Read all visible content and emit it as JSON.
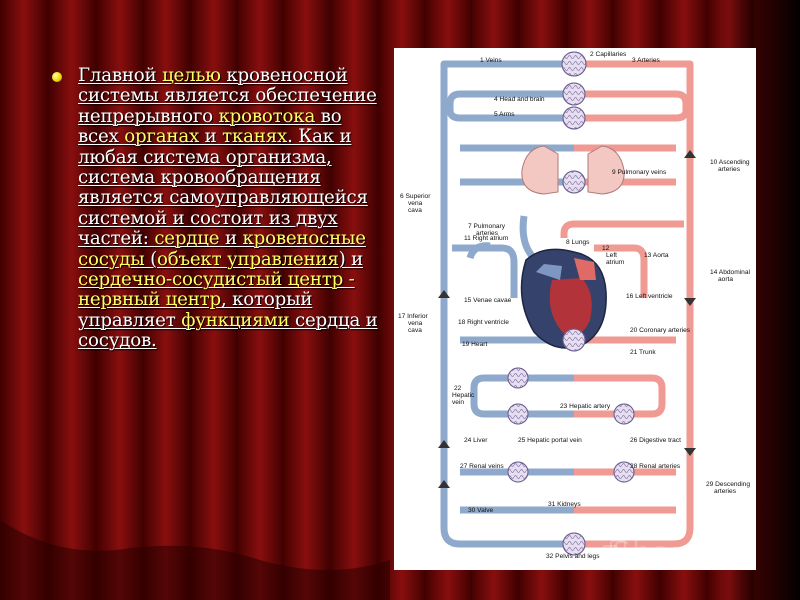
{
  "slide": {
    "paragraph": [
      {
        "text": "Главной ",
        "hl": false
      },
      {
        "text": "целью",
        "hl": true
      },
      {
        "text": " кровеносной системы является обеспечение непрерывного ",
        "hl": false
      },
      {
        "text": "кровотока",
        "hl": true
      },
      {
        "text": " во всех ",
        "hl": false
      },
      {
        "text": "органах",
        "hl": true
      },
      {
        "text": " и ",
        "hl": false
      },
      {
        "text": "тканях",
        "hl": true
      },
      {
        "text": ". Как и любая система организма, система кровообращения является самоуправляющейся системой и состоит из двух частей: ",
        "hl": false
      },
      {
        "text": "сердце",
        "hl": true
      },
      {
        "text": " и ",
        "hl": false
      },
      {
        "text": "кровеносные сосуды",
        "hl": true
      },
      {
        "text": " (",
        "hl": false
      },
      {
        "text": "объект управления",
        "hl": true
      },
      {
        "text": ") и ",
        "hl": false
      },
      {
        "text": "сердечно-сосудистый центр - нервный центр",
        "hl": true
      },
      {
        "text": ", который управляет ",
        "hl": false
      },
      {
        "text": "функциями",
        "hl": true
      },
      {
        "text": " сердца и сосудов.",
        "hl": false
      }
    ]
  },
  "diagram": {
    "labels": [
      "1 Veins",
      "2 Capillaries",
      "3 Arteries",
      "4 Head and brain",
      "5 Arms",
      "6 Superior",
      "vena",
      "cava",
      "7 Pulmonary",
      "arteries",
      "8 Lungs",
      "9 Pulmonary veins",
      "10 Ascending",
      "arteries",
      "11 Right atrium",
      "12",
      "Left",
      "atrium",
      "13 Aorta",
      "14 Abdominal",
      "aorta",
      "15 Venae cavae",
      "16 Left ventricle",
      "17 Inferior",
      "vena",
      "cava",
      "18 Right ventricle",
      "19 Heart",
      "20 Coronary arteries",
      "21 Trunk",
      "22",
      "Hepatic",
      "vein",
      "23 Hepatic artery",
      "24 Liver",
      "25 Hepatic portal vein",
      "26 Digestive tract",
      "27 Renal veins",
      "28 Renal arteries",
      "29 Descending",
      "arteries",
      "30 Valve",
      "31 Kidneys",
      "32 Pelvis and legs"
    ]
  },
  "watermark": "Shared",
  "colors": {
    "vein": "#8ea9cc",
    "artery": "#ef9a92",
    "highlight": "#ffff66"
  }
}
